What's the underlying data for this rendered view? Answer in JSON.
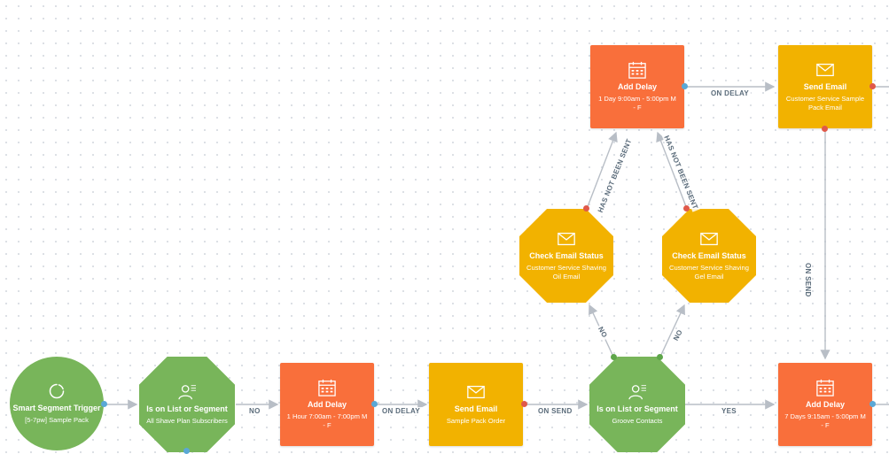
{
  "nodes": {
    "trigger": {
      "title": "Smart Segment Trigger",
      "sub": "[5-7pw] Sample Pack"
    },
    "segment1": {
      "title": "Is on List or Segment",
      "sub": "All Shave Plan Subscribers"
    },
    "delay1": {
      "title": "Add Delay",
      "sub": "1 Hour 7:00am - 7:00pm M - F"
    },
    "email1": {
      "title": "Send Email",
      "sub": "Sample Pack Order"
    },
    "segment2": {
      "title": "Is on List or Segment",
      "sub": "Groove Contacts"
    },
    "delay2": {
      "title": "Add Delay",
      "sub": "7 Days 9:15am - 5:00pm M - F"
    },
    "check1": {
      "title": "Check Email Status",
      "sub": "Customer Service Shaving Oil Email"
    },
    "check2": {
      "title": "Check Email Status",
      "sub": "Customer Service Shaving Gel Email"
    },
    "delay3": {
      "title": "Add Delay",
      "sub": "1 Day 9:00am - 5:00pm M - F"
    },
    "email2": {
      "title": "Send Email",
      "sub": "Customer Service Sample Pack Email"
    }
  },
  "edges": {
    "no1": "NO",
    "on_delay1": "ON DELAY",
    "on_send1": "ON SEND",
    "yes1": "YES",
    "no2": "NO",
    "no3": "NO",
    "hns1": "HAS NOT BEEN SENT",
    "hns2": "HAS NOT BEEN SENT",
    "on_delay2": "ON DELAY",
    "on_send2": "ON SEND"
  },
  "colors": {
    "orange": "#f96f3b",
    "yellow": "#f2b200",
    "green": "#78b55a",
    "connector": "#b8bec6",
    "port_blue": "#5aa8d6",
    "port_red": "#e0594a"
  }
}
